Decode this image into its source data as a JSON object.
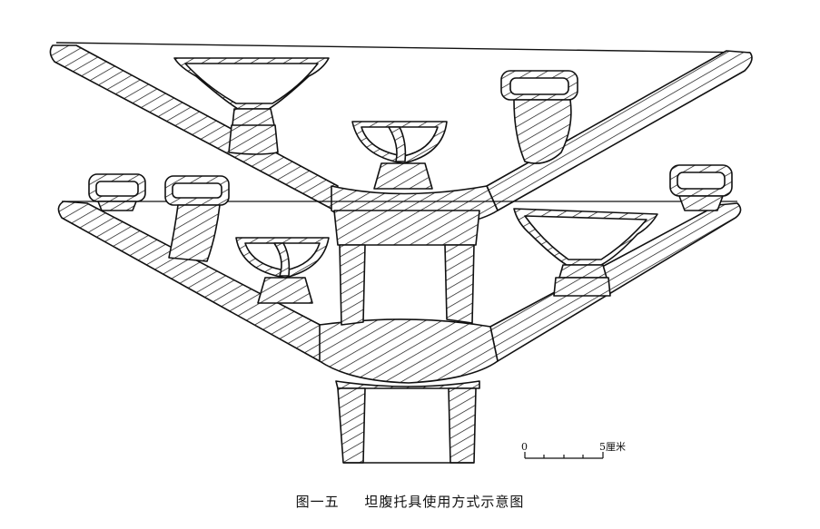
{
  "figure": {
    "number": "图一五",
    "title": "坦腹托具使用方式示意图"
  },
  "scale_bar": {
    "start_label": "0",
    "end_label": "5厘米"
  },
  "colors": {
    "ink": "#111111",
    "background": "#ffffff"
  }
}
